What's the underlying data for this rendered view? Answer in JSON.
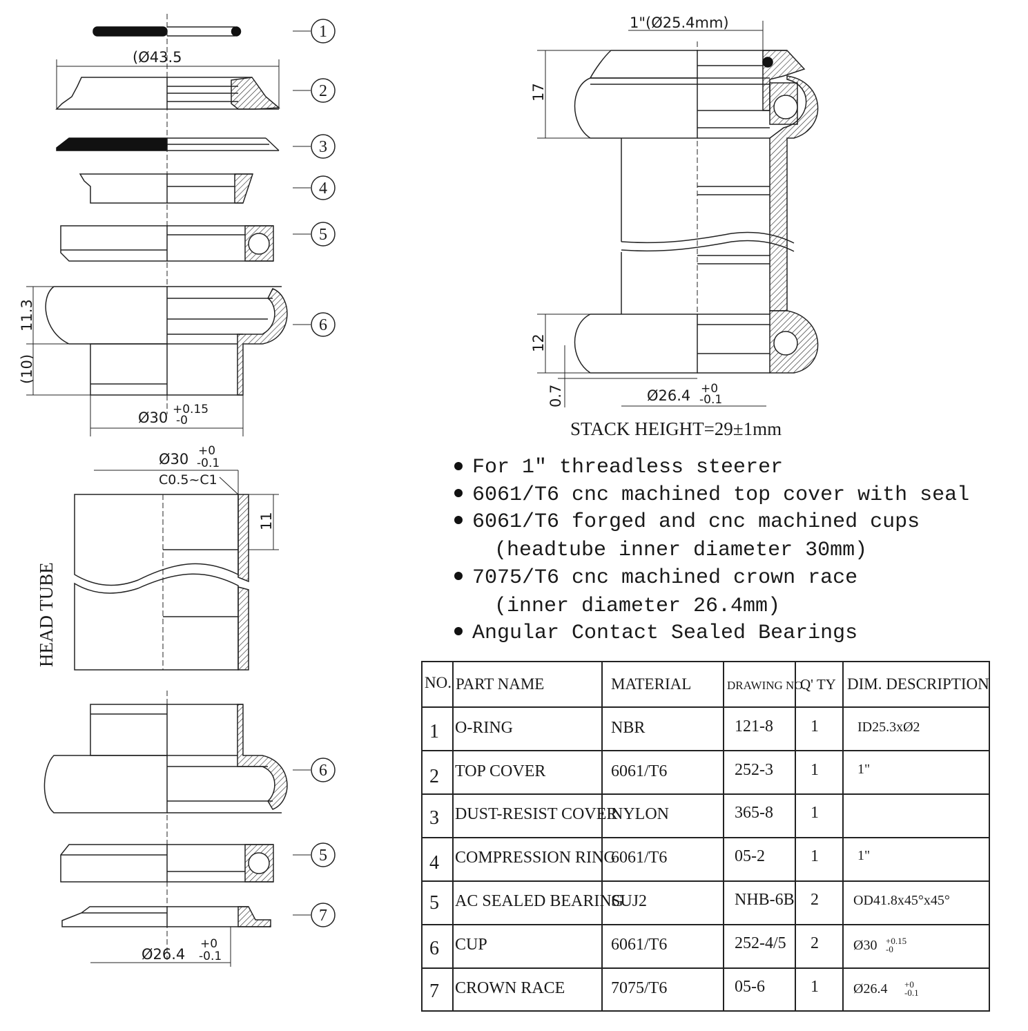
{
  "dims": {
    "top_od": "(Ø43.5",
    "cup_h": "11.3",
    "cup_insert": "(10)",
    "cup_od": "Ø30",
    "cup_tol_up": "+0.15",
    "cup_tol_lo": "-0",
    "ht_id": "Ø30",
    "ht_tol_up": "+0",
    "ht_tol_lo": "-0.1",
    "chamfer": "C0.5~C1",
    "ht_depth": "11",
    "head_tube": "HEAD TUBE",
    "race_id": "Ø26.4",
    "race_tol_up": "+0",
    "race_tol_lo": "-0.1",
    "steerer": "1\"(Ø25.4mm)",
    "top_stack": "17",
    "bottom_stack": "12",
    "race_h": "0.7",
    "crown_id": "Ø26.4",
    "crown_tol_up": "+0",
    "crown_tol_lo": "-0.1",
    "stack_height": "STACK HEIGHT=29±1mm"
  },
  "callouts": {
    "c1": "1",
    "c2": "2",
    "c3": "3",
    "c4": "4",
    "c5": "5",
    "c6": "6",
    "c6b": "6",
    "c5b": "5",
    "c7": "7"
  },
  "features": [
    "For 1\" threadless steerer",
    "6061/T6 cnc machined top cover  with seal",
    "6061/T6 forged and cnc machined cups",
    "(headtube inner diameter 30mm)",
    "7075/T6 cnc machined crown race",
    "(inner diameter 26.4mm)",
    "Angular Contact Sealed Bearings"
  ],
  "table": {
    "headers": [
      "NO.",
      "PART NAME",
      "MATERIAL",
      "DRAWING NO.",
      "Q' TY",
      "DIM. DESCRIPTION"
    ],
    "rows": [
      [
        "1",
        "O-RING",
        "NBR",
        "121-8",
        "1",
        "ID25.3xØ2"
      ],
      [
        "2",
        "TOP COVER",
        "6061/T6",
        "252-3",
        "1",
        "1\""
      ],
      [
        "3",
        "DUST-RESIST COVER",
        "NYLON",
        "365-8",
        "1",
        ""
      ],
      [
        "4",
        "COMPRESSION RING",
        "6061/T6",
        "05-2",
        "1",
        "1\""
      ],
      [
        "5",
        "AC SEALED BEARING",
        "SUJ2",
        "NHB-6B",
        "2",
        "OD41.8x45°x45°"
      ],
      [
        "6",
        "CUP",
        "6061/T6",
        "252-4/5",
        "2",
        "Ø30"
      ],
      [
        "7",
        "CROWN RACE",
        "7075/T6",
        "05-6",
        "1",
        "Ø26.4"
      ]
    ],
    "row6_tol_up": "+0.15",
    "row6_tol_lo": "-0",
    "row7_tol_up": "+0",
    "row7_tol_lo": "-0.1"
  }
}
